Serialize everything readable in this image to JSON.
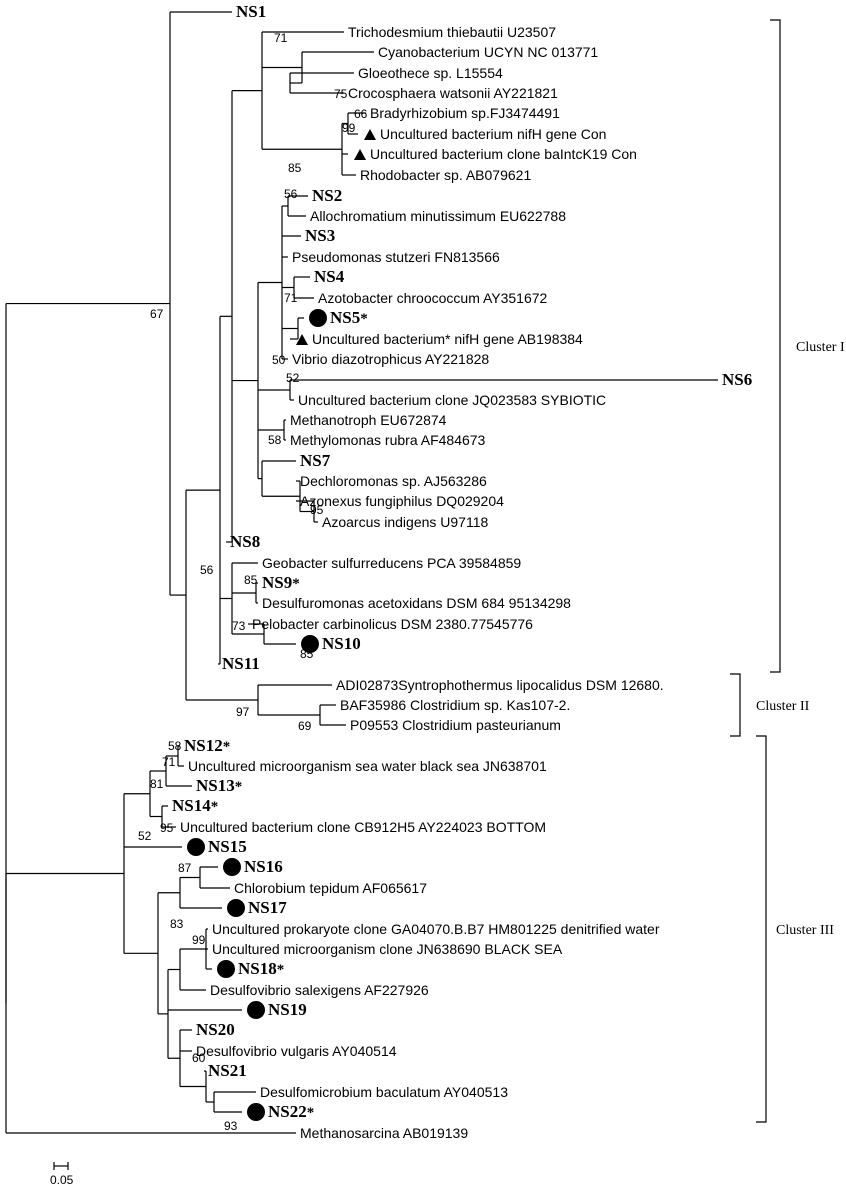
{
  "leaves": [
    {
      "id": "ns1",
      "label": "NS1",
      "bold": true
    },
    {
      "id": "tri",
      "label": "Trichodesmium thiebautii U23507"
    },
    {
      "id": "cya",
      "label": "Cyanobacterium UCYN NC 013771"
    },
    {
      "id": "glo",
      "label": "Gloeothece sp. L15554"
    },
    {
      "id": "cro",
      "label": "Crocosphaera watsonii AY221821"
    },
    {
      "id": "bra",
      "label": "Bradyrhizobium sp.FJ3474491"
    },
    {
      "id": "unc1",
      "label": "Uncultured bacterium nifH gene Con",
      "marker": "triangle"
    },
    {
      "id": "unc2",
      "label": "Uncultured bacterium clone baIntcK19 Con",
      "marker": "triangle"
    },
    {
      "id": "rho",
      "label": "Rhodobacter sp. AB079621"
    },
    {
      "id": "ns2",
      "label": "NS2",
      "bold": true
    },
    {
      "id": "all",
      "label": "Allochromatium minutissimum EU622788"
    },
    {
      "id": "ns3",
      "label": "NS3",
      "bold": true
    },
    {
      "id": "pse",
      "label": "Pseudomonas stutzeri FN813566"
    },
    {
      "id": "ns4",
      "label": "NS4",
      "bold": true
    },
    {
      "id": "azo",
      "label": "Azotobacter chroococcum AY351672"
    },
    {
      "id": "ns5",
      "label": "NS5",
      "bold": true,
      "star": "*",
      "marker": "circle"
    },
    {
      "id": "unc3",
      "label": "Uncultured bacterium* nifH gene AB198384",
      "marker": "triangle"
    },
    {
      "id": "vib",
      "label": "Vibrio diazotrophicus AY221828"
    },
    {
      "id": "ns6",
      "label": "NS6",
      "bold": true
    },
    {
      "id": "unc4",
      "label": "Uncultured bacterium clone JQ023583 SYBIOTIC"
    },
    {
      "id": "met1",
      "label": "Methanotroph EU672874"
    },
    {
      "id": "met2",
      "label": "Methylomonas rubra AF484673"
    },
    {
      "id": "ns7",
      "label": "NS7",
      "bold": true
    },
    {
      "id": "dec",
      "label": "Dechloromonas sp. AJ563286"
    },
    {
      "id": "azn",
      "label": "Azonexus fungiphilus DQ029204"
    },
    {
      "id": "azr",
      "label": "Azoarcus indigens U97118"
    },
    {
      "id": "ns8",
      "label": "NS8",
      "bold": true
    },
    {
      "id": "geo",
      "label": "Geobacter sulfurreducens PCA 39584859"
    },
    {
      "id": "ns9",
      "label": "NS9",
      "bold": true,
      "star": "*"
    },
    {
      "id": "des1",
      "label": "Desulfuromonas acetoxidans DSM 684 95134298"
    },
    {
      "id": "pel",
      "label": "Pelobacter carbinolicus DSM 2380.77545776"
    },
    {
      "id": "ns10",
      "label": "NS10",
      "bold": true,
      "marker": "circle"
    },
    {
      "id": "ns11",
      "label": "NS11",
      "bold": true
    },
    {
      "id": "adi",
      "label": "ADI02873Syntrophothermus lipocalidus DSM 12680."
    },
    {
      "id": "baf",
      "label": "BAF35986 Clostridium sp. Kas107-2."
    },
    {
      "id": "p09",
      "label": "P09553 Clostridium pasteurianum"
    },
    {
      "id": "ns12",
      "label": "NS12",
      "bold": true,
      "star": "*"
    },
    {
      "id": "unc5",
      "label": "Uncultured microorganism sea water black sea JN638701"
    },
    {
      "id": "ns13",
      "label": "NS13",
      "bold": true,
      "star": "*"
    },
    {
      "id": "ns14",
      "label": "NS14",
      "bold": true,
      "star": "*"
    },
    {
      "id": "unc6",
      "label": "Uncultured bacterium clone CB912H5 AY224023 BOTTOM"
    },
    {
      "id": "ns15",
      "label": "NS15",
      "bold": true,
      "marker": "circle"
    },
    {
      "id": "ns16",
      "label": "NS16",
      "bold": true,
      "marker": "circle"
    },
    {
      "id": "chl",
      "label": "Chlorobium tepidum AF065617"
    },
    {
      "id": "ns17",
      "label": "NS17",
      "bold": true,
      "marker": "circle"
    },
    {
      "id": "unc7",
      "label": "Uncultured prokaryote clone GA04070.B.B7 HM801225 denitrified water"
    },
    {
      "id": "unc8",
      "label": "Uncultured microorganism clone JN638690 BLACK SEA"
    },
    {
      "id": "ns18",
      "label": "NS18",
      "bold": true,
      "star": "*",
      "marker": "circle"
    },
    {
      "id": "dsa",
      "label": "Desulfovibrio salexigens AF227926"
    },
    {
      "id": "ns19",
      "label": "NS19",
      "bold": true,
      "marker": "circle"
    },
    {
      "id": "ns20",
      "label": "NS20",
      "bold": true
    },
    {
      "id": "dvu",
      "label": "Desulfovibrio vulgaris AY040514"
    },
    {
      "id": "ns21",
      "label": "NS21",
      "bold": true
    },
    {
      "id": "dmb",
      "label": "Desulfomicrobium baculatum AY040513"
    },
    {
      "id": "ns22",
      "label": "NS22",
      "bold": true,
      "star": "*",
      "marker": "circle"
    },
    {
      "id": "mts",
      "label": "Methanosarcina AB019139"
    }
  ],
  "bootstrap": [
    {
      "id": "b71",
      "value": "71"
    },
    {
      "id": "b75",
      "value": "75"
    },
    {
      "id": "b66",
      "value": "66"
    },
    {
      "id": "b99a",
      "value": "99"
    },
    {
      "id": "b85a",
      "value": "85"
    },
    {
      "id": "b56a",
      "value": "56"
    },
    {
      "id": "b71b",
      "value": "71"
    },
    {
      "id": "b50",
      "value": "50"
    },
    {
      "id": "b52a",
      "value": "52"
    },
    {
      "id": "b58a",
      "value": "58"
    },
    {
      "id": "b95a",
      "value": "95"
    },
    {
      "id": "b67",
      "value": "67"
    },
    {
      "id": "b56b",
      "value": "56"
    },
    {
      "id": "b85b",
      "value": "85"
    },
    {
      "id": "b73",
      "value": "73"
    },
    {
      "id": "b85c",
      "value": "85"
    },
    {
      "id": "b97",
      "value": "97"
    },
    {
      "id": "b69",
      "value": "69"
    },
    {
      "id": "b58b",
      "value": "58"
    },
    {
      "id": "b71c",
      "value": "71"
    },
    {
      "id": "b81",
      "value": "81"
    },
    {
      "id": "b95b",
      "value": "95"
    },
    {
      "id": "b52b",
      "value": "52"
    },
    {
      "id": "b87",
      "value": "87"
    },
    {
      "id": "b83",
      "value": "83"
    },
    {
      "id": "b99b",
      "value": "99"
    },
    {
      "id": "b60",
      "value": "60"
    },
    {
      "id": "b93",
      "value": "93"
    }
  ],
  "clusters": [
    {
      "id": "c1",
      "label": "Cluster I"
    },
    {
      "id": "c2",
      "label": "Cluster II"
    },
    {
      "id": "c3",
      "label": "Cluster III"
    }
  ],
  "scale_bar": {
    "label": "0.05",
    "value": 0.05
  },
  "colors": {
    "line": "#000000",
    "background": "#ffffff",
    "marker": "#000000"
  }
}
